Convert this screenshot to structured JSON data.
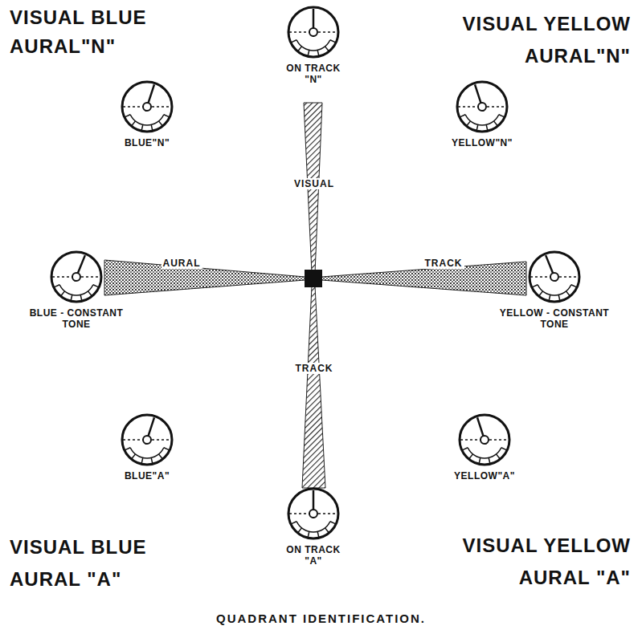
{
  "diagram": {
    "caption": "QUADRANT IDENTIFICATION.",
    "nodes": [
      {
        "text": [
          "ON TRACK \"N\""
        ]
      },
      {
        "text": [
          "BLUE\"N\""
        ]
      },
      {
        "text": [
          "YELLOW\"N\""
        ]
      },
      {
        "text": [
          "BLUE - CONSTANT TONE"
        ]
      },
      {
        "text": [
          "YELLOW - CONSTANT TONE"
        ]
      },
      {
        "text": [
          "BLUE\"A\""
        ]
      },
      {
        "text": [
          "YELLOW\"A\""
        ]
      },
      {
        "text": [
          "ON TRACK \"A\""
        ]
      }
    ],
    "labels": [
      "VISUAL BLUE",
      "AURAL\"N\"",
      "VISUAL YELLOW",
      "AURAL\"N\"",
      "VISUAL",
      "AURAL",
      "TRACK",
      "TRACK",
      "VISUAL BLUE",
      "AURAL \"A\"",
      "VISUAL YELLOW",
      "AURAL \"A\""
    ]
  }
}
